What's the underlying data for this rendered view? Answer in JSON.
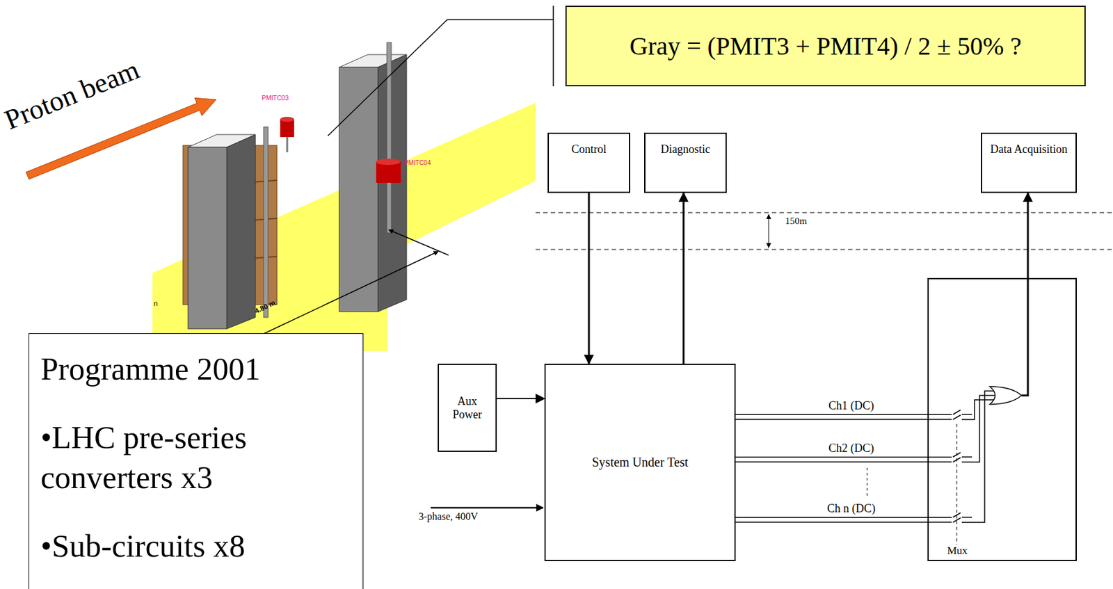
{
  "diagram": {
    "nodes": [
      {
        "text": [
          "Gray = (PMIT3 + PMIT4) / 2 ± 50% ?"
        ]
      },
      {
        "text": [
          "Programme 2001",
          "•LHC pre-series converters x3",
          "•Sub-circuits x8"
        ]
      },
      {
        "text": [
          "Control"
        ]
      },
      {
        "text": [
          "Diagnostic"
        ]
      },
      {
        "text": [
          "Data Acquisition"
        ]
      },
      {
        "text": [
          "Aux Power"
        ]
      },
      {
        "text": [
          "System Under Test"
        ]
      },
      {
        "text": [
          "Mux"
        ]
      }
    ],
    "edges": [
      {
        "from": 2,
        "to": 6,
        "arrow": "to"
      },
      {
        "from": 6,
        "to": 3,
        "arrow": "to"
      },
      {
        "from": 7,
        "to": 4,
        "arrow": "to"
      },
      {
        "from": 5,
        "to": 6,
        "arrow": "to"
      },
      {
        "from": 6,
        "to": 7,
        "label": "Ch1 (DC)",
        "arrow": "none"
      },
      {
        "from": 6,
        "to": 7,
        "label": "Ch2 (DC)",
        "arrow": "none"
      },
      {
        "from": 6,
        "to": 7,
        "label": "Ch n (DC)",
        "arrow": "none"
      }
    ],
    "labels": [
      "Proton beam",
      "PMITC03",
      "PMITC04",
      "4.80 m",
      "n",
      "150m",
      "3-phase, 400V"
    ]
  }
}
